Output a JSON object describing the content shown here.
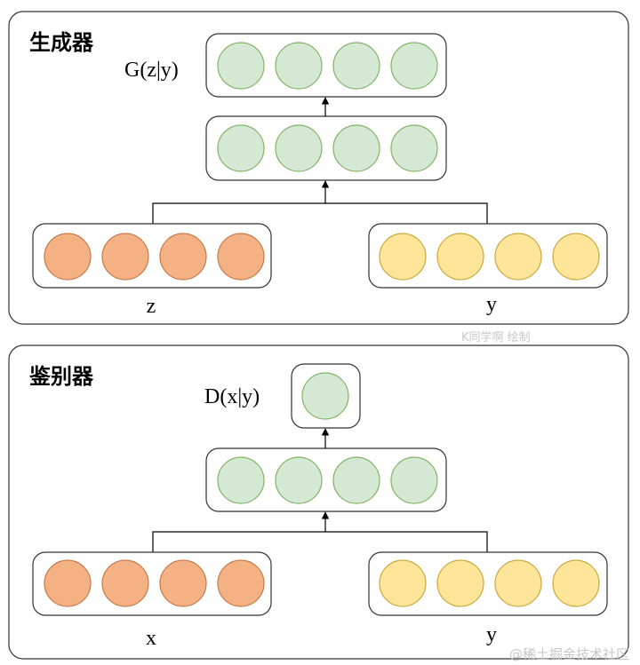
{
  "generator": {
    "title": "生成器",
    "output_label": "G(z|y)",
    "input_left_label": "z",
    "input_right_label": "y"
  },
  "discriminator": {
    "title": "鉴别器",
    "output_label": "D(x|y)",
    "input_left_label": "x",
    "input_right_label": "y"
  },
  "watermarks": {
    "credit": "K同学啊 绘制",
    "site": "@稀土掘金技术社区"
  },
  "colors": {
    "green_fill": "#d5e8d4",
    "green_stroke": "#82b366",
    "orange_fill": "#f4b183",
    "orange_stroke": "#c77a4a",
    "yellow_fill": "#ffe599",
    "yellow_stroke": "#c9a83a",
    "border": "#333333"
  }
}
